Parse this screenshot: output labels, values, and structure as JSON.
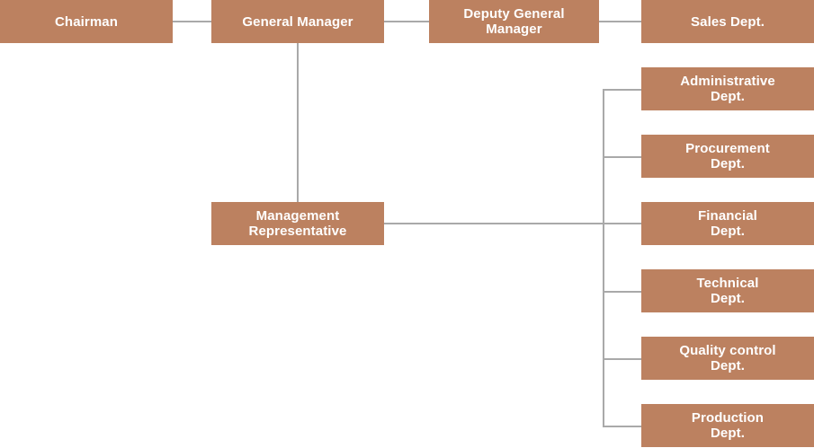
{
  "chart_data": {
    "type": "diagram",
    "title": "Organizational Chart",
    "box_color": "#bc8160",
    "text_color": "#ffffff",
    "connector_color": "#a9a9a9",
    "nodes": [
      {
        "id": "chairman",
        "label": "Chairman",
        "level": 0
      },
      {
        "id": "general-manager",
        "label": "General Manager",
        "level": 1
      },
      {
        "id": "deputy-general-manager",
        "label": "Deputy General\nManager",
        "level": 2
      },
      {
        "id": "sales-dept",
        "label": "Sales Dept.",
        "level": 3
      },
      {
        "id": "management-representative",
        "label": "Management\nRepresentative",
        "level": 2
      },
      {
        "id": "administrative-dept",
        "label": "Administrative\nDept.",
        "level": 3
      },
      {
        "id": "procurement-dept",
        "label": "Procurement\nDept.",
        "level": 3
      },
      {
        "id": "financial-dept",
        "label": "Financial\nDept.",
        "level": 3
      },
      {
        "id": "technical-dept",
        "label": "Technical\nDept.",
        "level": 3
      },
      {
        "id": "quality-control-dept",
        "label": "Quality control\nDept.",
        "level": 3
      },
      {
        "id": "production-dept",
        "label": "Production\nDept.",
        "level": 3
      }
    ],
    "edges": [
      {
        "from": "chairman",
        "to": "general-manager"
      },
      {
        "from": "general-manager",
        "to": "deputy-general-manager"
      },
      {
        "from": "deputy-general-manager",
        "to": "sales-dept"
      },
      {
        "from": "general-manager",
        "to": "management-representative"
      },
      {
        "from": "management-representative",
        "to": "administrative-dept"
      },
      {
        "from": "management-representative",
        "to": "procurement-dept"
      },
      {
        "from": "management-representative",
        "to": "financial-dept"
      },
      {
        "from": "management-representative",
        "to": "technical-dept"
      },
      {
        "from": "management-representative",
        "to": "quality-control-dept"
      },
      {
        "from": "management-representative",
        "to": "production-dept"
      }
    ]
  },
  "boxes": {
    "chairman": "Chairman",
    "general_manager": "General Manager",
    "deputy_general_manager": "Deputy General\nManager",
    "sales_dept": "Sales Dept.",
    "management_representative": "Management\nRepresentative",
    "administrative_dept": "Administrative\nDept.",
    "procurement_dept": "Procurement\nDept.",
    "financial_dept": "Financial\nDept.",
    "technical_dept": "Technical\nDept.",
    "quality_control_dept": "Quality control\nDept.",
    "production_dept": "Production\nDept."
  }
}
